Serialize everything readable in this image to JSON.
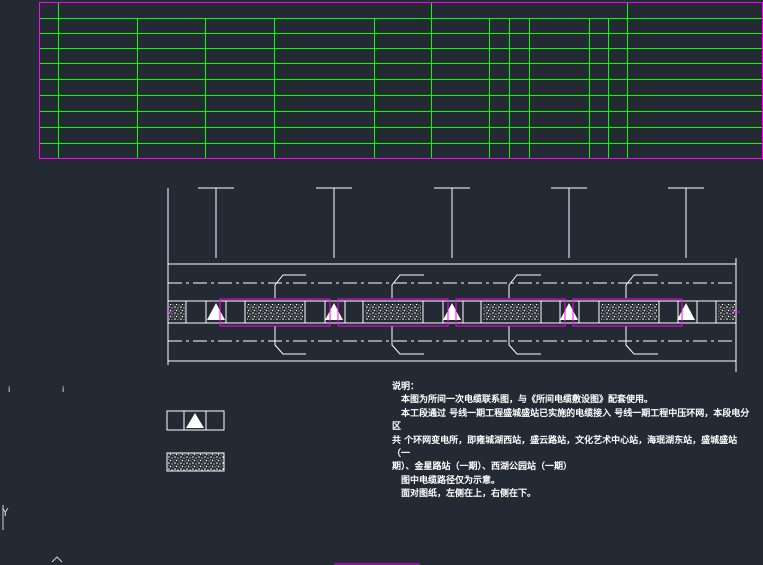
{
  "notes": {
    "title": "说明：",
    "lines": [
      "本图为所间一次电缆联系图，与《所间电缆敷设图》配套使用。",
      "本工段通过  号线一期工程盛城盛站已实施的电缆接入  号线一期工程中压环网，本段电分区",
      "共 个环网变电所，即雍城湖西站，盛云路站，文化艺术中心站，海珉湖东站，盛城盛站（一",
      "期）、金星路站（一期）、西湖公园站（一期）",
      "图中电缆路径仅为示意。",
      "面对图纸，左侧在上，右侧在下。"
    ]
  },
  "legend_marks": [
    "i",
    "i"
  ],
  "ucs_glyph": "Y",
  "colors": {
    "background": "#232a33",
    "grid": "#00ff00",
    "frame": "#ff00ff",
    "linework": "#ffffff"
  }
}
